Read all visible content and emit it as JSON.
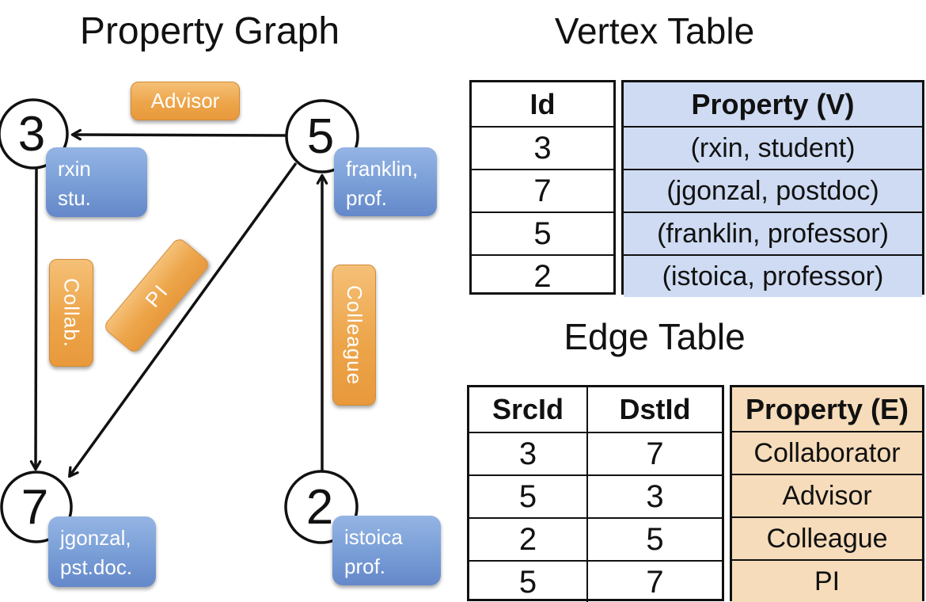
{
  "graph": {
    "title": "Property Graph",
    "nodes": [
      {
        "id": "3",
        "property_lines": [
          "rxin",
          "stu."
        ]
      },
      {
        "id": "5",
        "property_lines": [
          "franklin,",
          "prof."
        ]
      },
      {
        "id": "7",
        "property_lines": [
          "jgonzal,",
          "pst.doc."
        ]
      },
      {
        "id": "2",
        "property_lines": [
          "istoica",
          "prof."
        ]
      }
    ],
    "edges": [
      {
        "label": "Advisor"
      },
      {
        "label": "Collab."
      },
      {
        "label": "PI"
      },
      {
        "label": "Colleague"
      }
    ]
  },
  "vertex_table": {
    "title": "Vertex Table",
    "columns": [
      "Id",
      "Property (V)"
    ],
    "rows": [
      [
        "3",
        "(rxin, student)"
      ],
      [
        "7",
        "(jgonzal, postdoc)"
      ],
      [
        "5",
        "(franklin, professor)"
      ],
      [
        "2",
        "(istoica, professor)"
      ]
    ]
  },
  "edge_table": {
    "title": "Edge Table",
    "columns": [
      "SrcId",
      "DstId",
      "Property (E)"
    ],
    "rows": [
      [
        "3",
        "7",
        "Collaborator"
      ],
      [
        "5",
        "3",
        "Advisor"
      ],
      [
        "2",
        "5",
        "Colleague"
      ],
      [
        "5",
        "7",
        "PI"
      ]
    ]
  },
  "colors": {
    "node_box_blue": "#7da2d9",
    "edge_label_orange": "#eda54a",
    "vertex_cell_blue": "#cedbf2",
    "edge_cell_orange": "#f6dcba",
    "line_black": "#111111"
  }
}
